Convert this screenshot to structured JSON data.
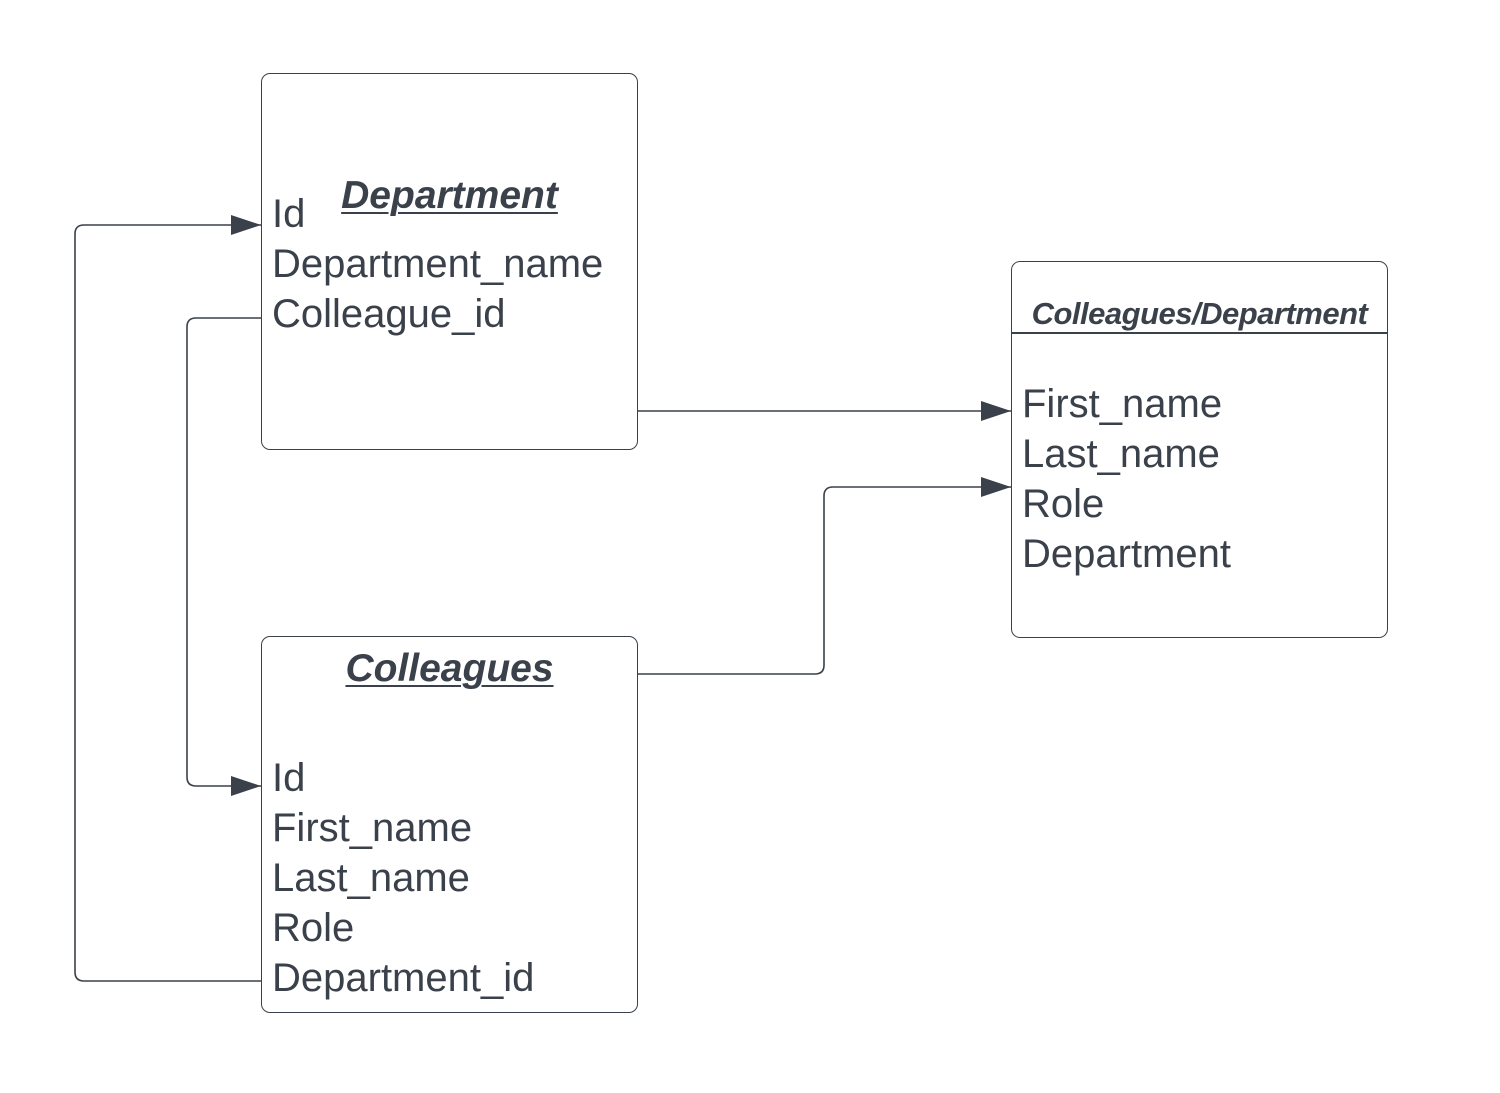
{
  "diagram": {
    "entities": {
      "department": {
        "title": "Department",
        "fields": [
          "Id",
          "Department_name",
          "Colleague_id"
        ]
      },
      "colleagues": {
        "title": "Colleagues",
        "fields": [
          "Id",
          "First_name",
          "Last_name",
          "Role",
          "Department_id"
        ]
      },
      "colleagues_department": {
        "title": "Colleagues/Department",
        "fields": [
          "First_name",
          "Last_name",
          "Role",
          "Department"
        ]
      }
    },
    "relationships": [
      {
        "from": "colleagues.Department_id",
        "to": "department.Id"
      },
      {
        "from": "department.Colleague_id",
        "to": "colleagues.Id"
      },
      {
        "from": "department",
        "to": "colleagues_department"
      },
      {
        "from": "colleagues",
        "to": "colleagues_department"
      }
    ],
    "colors": {
      "stroke": "#3a414a",
      "background": "#ffffff"
    }
  }
}
